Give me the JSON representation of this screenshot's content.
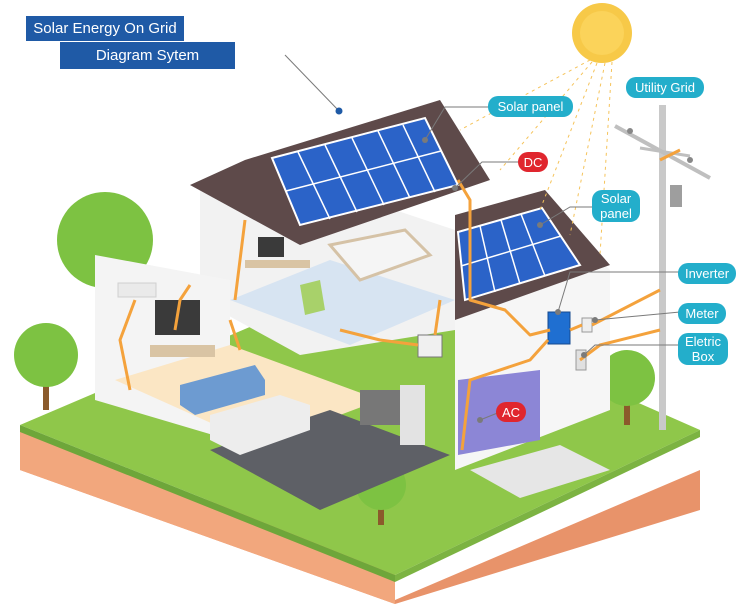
{
  "title": {
    "line1": "Solar Energy On Grid",
    "line2": "Diagram Sytem"
  },
  "labels": {
    "solar_panel_top": "Solar panel",
    "dc": "DC",
    "solar_panel_side_line1": "Solar",
    "solar_panel_side_line2": "panel",
    "utility_grid": "Utility Grid",
    "inverter": "Inverter",
    "meter": "Meter",
    "electric_box_line1": "Eletric",
    "electric_box_line2": "Box",
    "ac": "AC"
  },
  "colors": {
    "title_bg": "#1f5aa6",
    "callout_bg": "#23aecb",
    "alert_bg": "#e0262e",
    "wire": "#f4a23c",
    "sun": "#f7c948",
    "panel": "#2b63c8"
  }
}
